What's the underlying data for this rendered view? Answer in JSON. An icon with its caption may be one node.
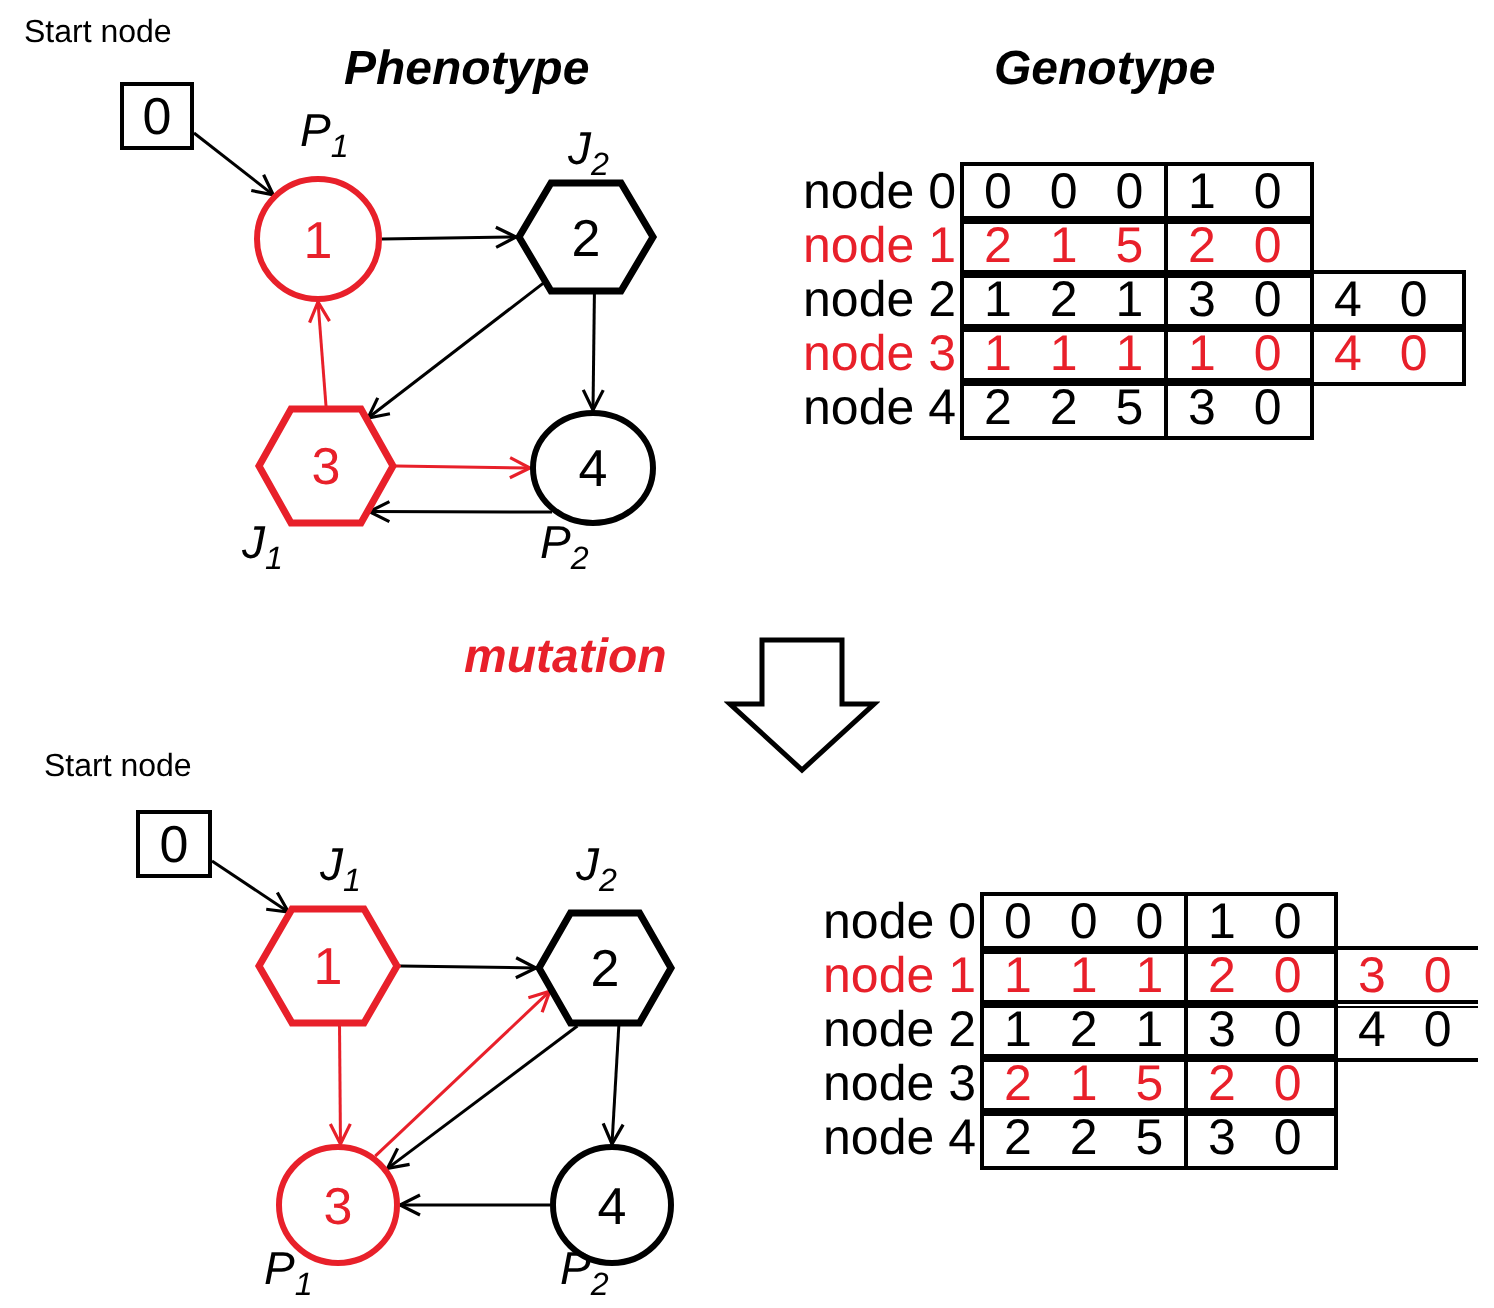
{
  "diagram": {
    "nodes": [
      {
        "text": [
          "0"
        ],
        "beside": [
          "Start node"
        ]
      },
      {
        "text": [
          "1"
        ],
        "beside": [
          "P$_{1}$"
        ]
      },
      {
        "text": [
          "2"
        ],
        "beside": [
          "J$_{2}$"
        ]
      },
      {
        "text": [
          "3"
        ],
        "beside": [
          "J$_{1}$"
        ]
      },
      {
        "text": [
          "4"
        ],
        "beside": [
          "P$_{2}$"
        ]
      },
      {
        "text": [
          "0"
        ],
        "beside": [
          "Start node"
        ]
      },
      {
        "text": [
          "1"
        ],
        "beside": [
          "J$_{1}$"
        ]
      },
      {
        "text": [
          "2"
        ],
        "beside": [
          "J$_{2}$"
        ]
      },
      {
        "text": [
          "3"
        ],
        "beside": [
          "P$_{1}$"
        ]
      },
      {
        "text": [
          "4"
        ],
        "beside": [
          "P$_{2}$"
        ]
      }
    ],
    "edges": [
      {
        "from": 0,
        "to": 1,
        "arrow": "to"
      },
      {
        "from": 1,
        "to": 2,
        "arrow": "to"
      },
      {
        "from": 2,
        "to": 3,
        "arrow": "to"
      },
      {
        "from": 2,
        "to": 4,
        "arrow": "to"
      },
      {
        "from": 3,
        "to": 1,
        "arrow": "to",
        "color": "#e8202a"
      },
      {
        "from": 3,
        "to": 4,
        "arrow": "to",
        "color": "#e8202a"
      },
      {
        "from": 4,
        "to": 3,
        "arrow": "to"
      },
      {
        "from": 5,
        "to": 6,
        "arrow": "to"
      },
      {
        "from": 6,
        "to": 7,
        "arrow": "to"
      },
      {
        "from": 6,
        "to": 8,
        "arrow": "to",
        "color": "#e8202a"
      },
      {
        "from": 8,
        "to": 7,
        "arrow": "to",
        "color": "#e8202a"
      },
      {
        "from": 7,
        "to": 8,
        "arrow": "to"
      },
      {
        "from": 7,
        "to": 9,
        "arrow": "to"
      },
      {
        "from": 9,
        "to": 8,
        "arrow": "to"
      }
    ],
    "labels": [
      "Phenotype",
      "Genotype",
      "node 0",
      "0 0 0",
      "1 0",
      "node 1",
      "2 1 5",
      "2 0",
      "node 2",
      "1 2 1",
      "3 0",
      "4 0",
      "node 3",
      "1 1 1",
      "1 0",
      "4 0",
      "node 4",
      "2 2 5",
      "3 0",
      "mutation",
      "node 0",
      "0 0 0",
      "1 0",
      "node 1",
      "1 1 1",
      "2 0",
      "3 0",
      "node 2",
      "1 2 1",
      "3 0",
      "4 0",
      "node 3",
      "2 1 5",
      "2 0",
      "node 4",
      "2 2 5",
      "3 0"
    ]
  }
}
